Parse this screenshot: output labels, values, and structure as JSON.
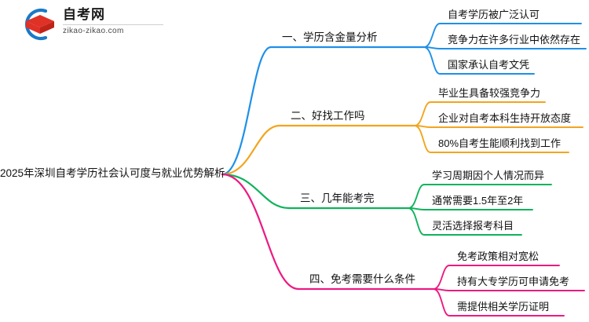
{
  "logo": {
    "title": "自考网",
    "url": "zikao-zikao.com",
    "mark_icon": "graduation-cap-icon",
    "colors": {
      "ring": "#1B79C8",
      "cap": "#E03127",
      "cap_dark": "#C02318"
    }
  },
  "mindmap": {
    "root": {
      "label": "2025年深圳自考学历社会认可度与就业优势解析"
    },
    "branches": [
      {
        "label": "一、学历含金量分析",
        "color": "#1E90E8",
        "children": [
          {
            "label": "自考学历被广泛认可"
          },
          {
            "label": "竞争力在许多行业中依然存在"
          },
          {
            "label": "国家承认自考文凭"
          }
        ]
      },
      {
        "label": "二、好找工作吗",
        "color": "#F2A51E",
        "children": [
          {
            "label": "毕业生具备较强竞争力"
          },
          {
            "label": "企业对自考本科生持开放态度"
          },
          {
            "label": "80%自考生能顺利找到工作"
          }
        ]
      },
      {
        "label": "三、几年能考完",
        "color": "#0FB35C",
        "children": [
          {
            "label": "学习周期因个人情况而异"
          },
          {
            "label": "通常需要1.5年至2年"
          },
          {
            "label": "灵活选择报考科目"
          }
        ]
      },
      {
        "label": "四、免考需要什么条件",
        "color": "#EC1A81",
        "children": [
          {
            "label": "免考政策相对宽松"
          },
          {
            "label": "持有大专学历可申请免考"
          },
          {
            "label": "需提供相关学历证明"
          }
        ]
      }
    ]
  }
}
